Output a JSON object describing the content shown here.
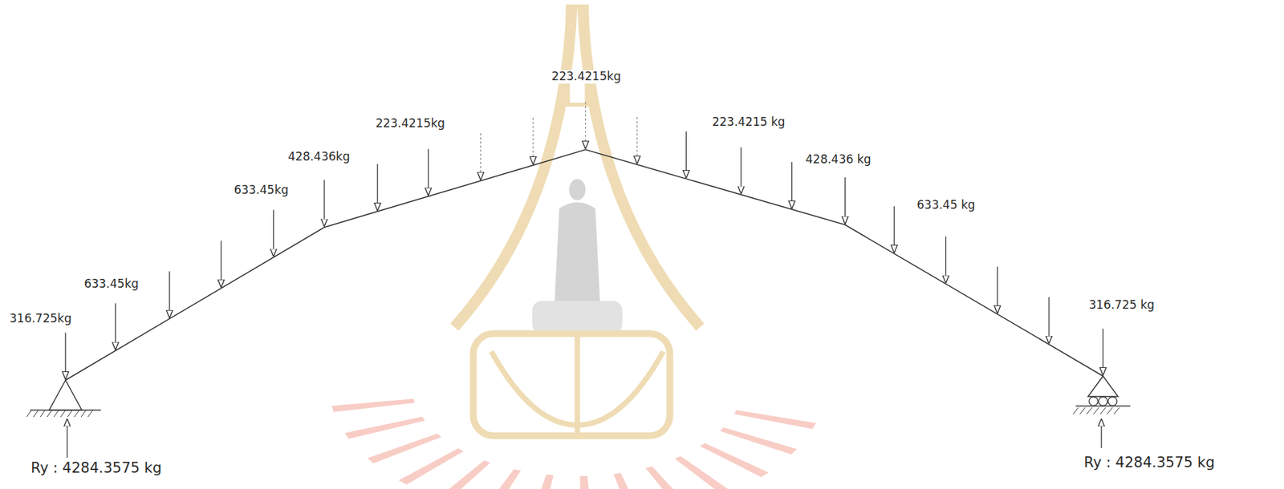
{
  "diagram": {
    "labels": [
      "316.725kg",
      "633.45kg",
      "633.45kg",
      "428.436kg",
      "223.4215kg",
      "223.4215kg",
      "223.4215 kg",
      "428.436 kg",
      "633.45 kg",
      "316.725 kg",
      "Ry : 4284.3575 kg",
      "Ry : 4284.3575 kg"
    ]
  }
}
